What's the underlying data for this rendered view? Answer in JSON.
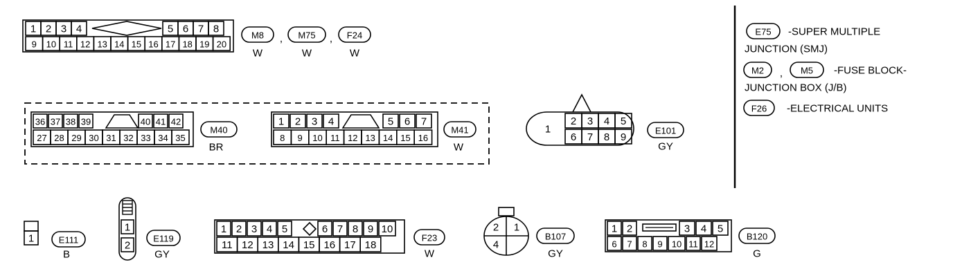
{
  "connectors": {
    "top": {
      "pins_top": [
        "1",
        "2",
        "3",
        "4",
        "5",
        "6",
        "7",
        "8"
      ],
      "pins_bottom": [
        "9",
        "10",
        "11",
        "12",
        "13",
        "14",
        "15",
        "16",
        "17",
        "18",
        "19",
        "20"
      ],
      "tags": [
        {
          "id": "M8",
          "color": "W"
        },
        {
          "id": "M75",
          "color": "W"
        },
        {
          "id": "F24",
          "color": "W"
        }
      ],
      "separator": ","
    },
    "m40": {
      "pins_top": [
        "36",
        "37",
        "38",
        "39",
        "40",
        "41",
        "42"
      ],
      "pins_bottom": [
        "27",
        "28",
        "29",
        "30",
        "31",
        "32",
        "33",
        "34",
        "35"
      ],
      "tag": "M40",
      "color": "BR"
    },
    "m41": {
      "pins_top": [
        "1",
        "2",
        "3",
        "4",
        "5",
        "6",
        "7"
      ],
      "pins_bottom": [
        "8",
        "9",
        "10",
        "11",
        "12",
        "13",
        "14",
        "15",
        "16"
      ],
      "tag": "M41",
      "color": "W"
    },
    "e101": {
      "pin_left": "1",
      "pins_top": [
        "2",
        "3",
        "4",
        "5"
      ],
      "pins_bottom": [
        "6",
        "7",
        "8",
        "9"
      ],
      "tag": "E101",
      "color": "GY"
    },
    "e111": {
      "pins": [
        "1"
      ],
      "tag": "E111",
      "color": "B"
    },
    "e119": {
      "pins": [
        "1",
        "2"
      ],
      "tag": "E119",
      "color": "GY"
    },
    "f23": {
      "pins_top": [
        "1",
        "2",
        "3",
        "4",
        "5",
        "6",
        "7",
        "8",
        "9",
        "10"
      ],
      "pins_bottom": [
        "11",
        "12",
        "13",
        "14",
        "15",
        "16",
        "17",
        "18"
      ],
      "tag": "F23",
      "color": "W"
    },
    "b107": {
      "pins_top": [
        "2",
        "1"
      ],
      "pins_bottom": [
        "4"
      ],
      "tag": "B107",
      "color": "GY"
    },
    "b120": {
      "pins_top": [
        "1",
        "2",
        "3",
        "4",
        "5"
      ],
      "pins_bottom": [
        "6",
        "7",
        "8",
        "9",
        "10",
        "11",
        "12"
      ],
      "tag": "B120",
      "color": "G"
    }
  },
  "legend": [
    {
      "tags": [
        "E75"
      ],
      "text": "-SUPER MULTIPLE",
      "text2": "JUNCTION (SMJ)"
    },
    {
      "tags": [
        "M2",
        "M5"
      ],
      "separator": ",",
      "text": "-FUSE BLOCK-",
      "text2": "JUNCTION BOX (J/B)"
    },
    {
      "tags": [
        "F26"
      ],
      "text": "-ELECTRICAL UNITS"
    }
  ]
}
